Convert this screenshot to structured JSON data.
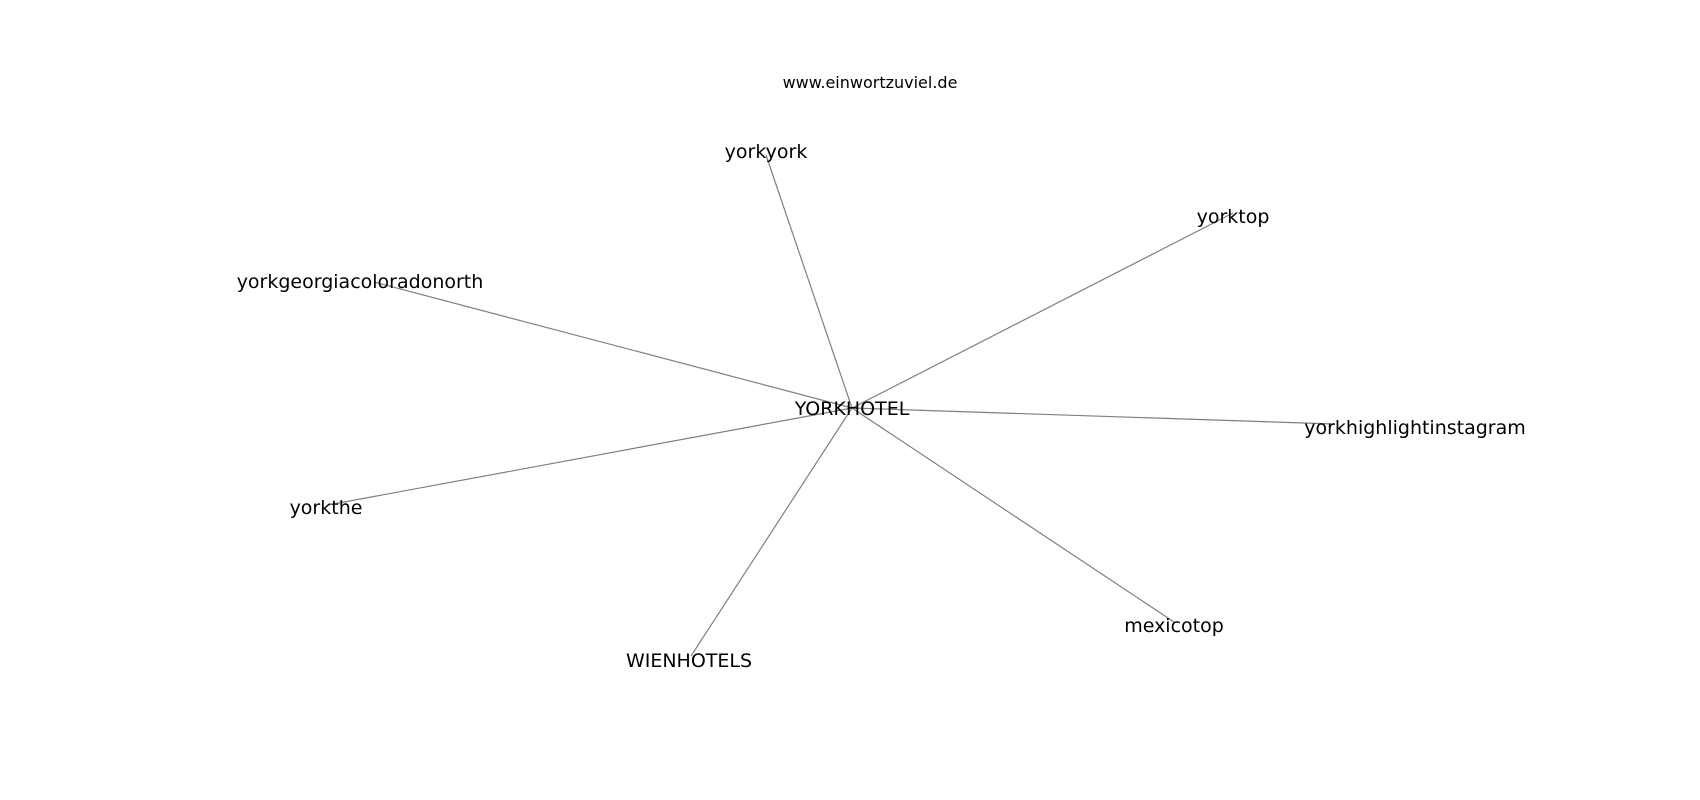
{
  "caption": "www.einwortzuviel.de",
  "center": {
    "id": "n0",
    "label": "YORKHOTEL"
  },
  "nodes": [
    {
      "id": "n1",
      "label": "yorkyork"
    },
    {
      "id": "n2",
      "label": "yorktop"
    },
    {
      "id": "n3",
      "label": "yorkgeorgiacoloradonorth"
    },
    {
      "id": "n4",
      "label": "yorkhighlightinstagram"
    },
    {
      "id": "n5",
      "label": "yorkthe"
    },
    {
      "id": "n6",
      "label": "mexicotop"
    },
    {
      "id": "n7",
      "label": "WIENHOTELS"
    }
  ],
  "edges": [
    [
      "n0",
      "n1"
    ],
    [
      "n0",
      "n2"
    ],
    [
      "n0",
      "n3"
    ],
    [
      "n0",
      "n4"
    ],
    [
      "n0",
      "n5"
    ],
    [
      "n0",
      "n6"
    ],
    [
      "n0",
      "n7"
    ]
  ]
}
